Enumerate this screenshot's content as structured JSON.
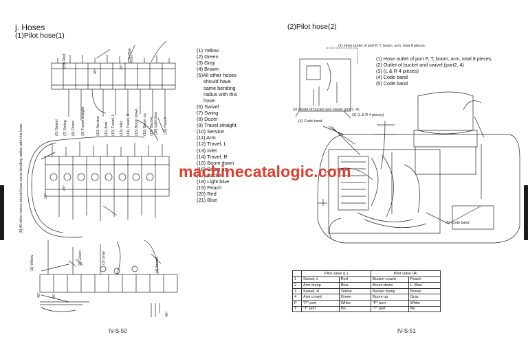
{
  "left_page": {
    "section_title": "j.  Hoses",
    "subtitle": "(1)Pilot hose(1)",
    "legend": [
      "(1) Yellow",
      "(2) Green",
      "(3) Gray",
      "(4) Brown",
      "(5)All other hoses",
      "should have",
      "same bending",
      "radius with this",
      "hose.",
      "(6) Swivel",
      "(7) Swing",
      "(8) Dozer",
      "(9) Travel straight",
      "(10) Service",
      "(11) Arm",
      "(12) Travel, L",
      "(13) Inlet",
      "(14) Travel, R",
      "(15) Boom down",
      "(16) Boom up",
      "(17) Backet",
      "(18) Light blue",
      "(19) Peach",
      "(20) Red",
      "(21) Blue"
    ],
    "callouts": {
      "red": "(20) Red",
      "blue": "(21) Blue",
      "light_blue": "(18) Light blue",
      "peach": "(19) Peach",
      "swivel": "(6) Swivel",
      "swing": "(7) Swing",
      "dozer": "(8) Dozer",
      "travel_straight": "(9) Travel straight",
      "service": "(10) Service",
      "arm": "(11) Arm",
      "travel_l": "(12) Travel, L",
      "inlet": "(13) Inlet",
      "travel_r": "(14) Travel, R",
      "boom_down": "(15) Boom down",
      "boom_up": "(16) Boom up",
      "backet": "(17) Backet",
      "all_other": "(5) All other hoses should have same bending radius with this hose",
      "yellow": "(1) Yellow",
      "green": "(2) Green",
      "gray": "(3) Gray",
      "brown": "(4) Brown"
    },
    "angles": {
      "a45": "45°",
      "a15": "15°"
    },
    "page_number": "IV-S-50"
  },
  "right_page": {
    "subtitle": "(2)Pilot hose(2)",
    "list": [
      "(1) Hose outlet of port P, T, boom, arm, total 8 pieces.",
      "(2) Outlet of bucket and swivel (port2, 4)",
      "(3) (L & R 4 pieces)",
      "(4) Code band",
      "(5) Code band"
    ],
    "callouts": {
      "hose_outlet": "(1) Hose outlet of port P, T, boom, arm, total 8 pieces.",
      "outlet_bucket": "(2) Outlet of bucket and swivel (port2, 4)",
      "lr4": "(3) (L & R 4 pieces)",
      "code4": "(4) Code band",
      "code5": "(5) Code band"
    },
    "table": {
      "headers": [
        "",
        "Pilot valve (L)",
        "",
        "Pilot valve (R)",
        ""
      ],
      "rows": [
        [
          "1",
          "Swivel, L",
          "Red",
          "Bucket crowd",
          "Peach"
        ],
        [
          "2",
          "Arm dump",
          "Blue",
          "Boum down",
          "L. Blue"
        ],
        [
          "3",
          "Swivel, R",
          "Yellow",
          "Backet dump",
          "Brown"
        ],
        [
          "4",
          "Arm crowd",
          "Green",
          "Boom up",
          "Gray"
        ],
        [
          "P",
          "\"P\" port",
          "White",
          "\"P\" port",
          "White"
        ],
        [
          "T",
          "\"T\" port",
          "No",
          "\"T\" port",
          "No"
        ]
      ]
    },
    "page_number": "IV-S-51"
  },
  "watermark": "machinecatalogic.com",
  "colors": {
    "ink": "#111111",
    "watermark": "#e23b2a",
    "thumb_tab": "#1a1a1a"
  }
}
